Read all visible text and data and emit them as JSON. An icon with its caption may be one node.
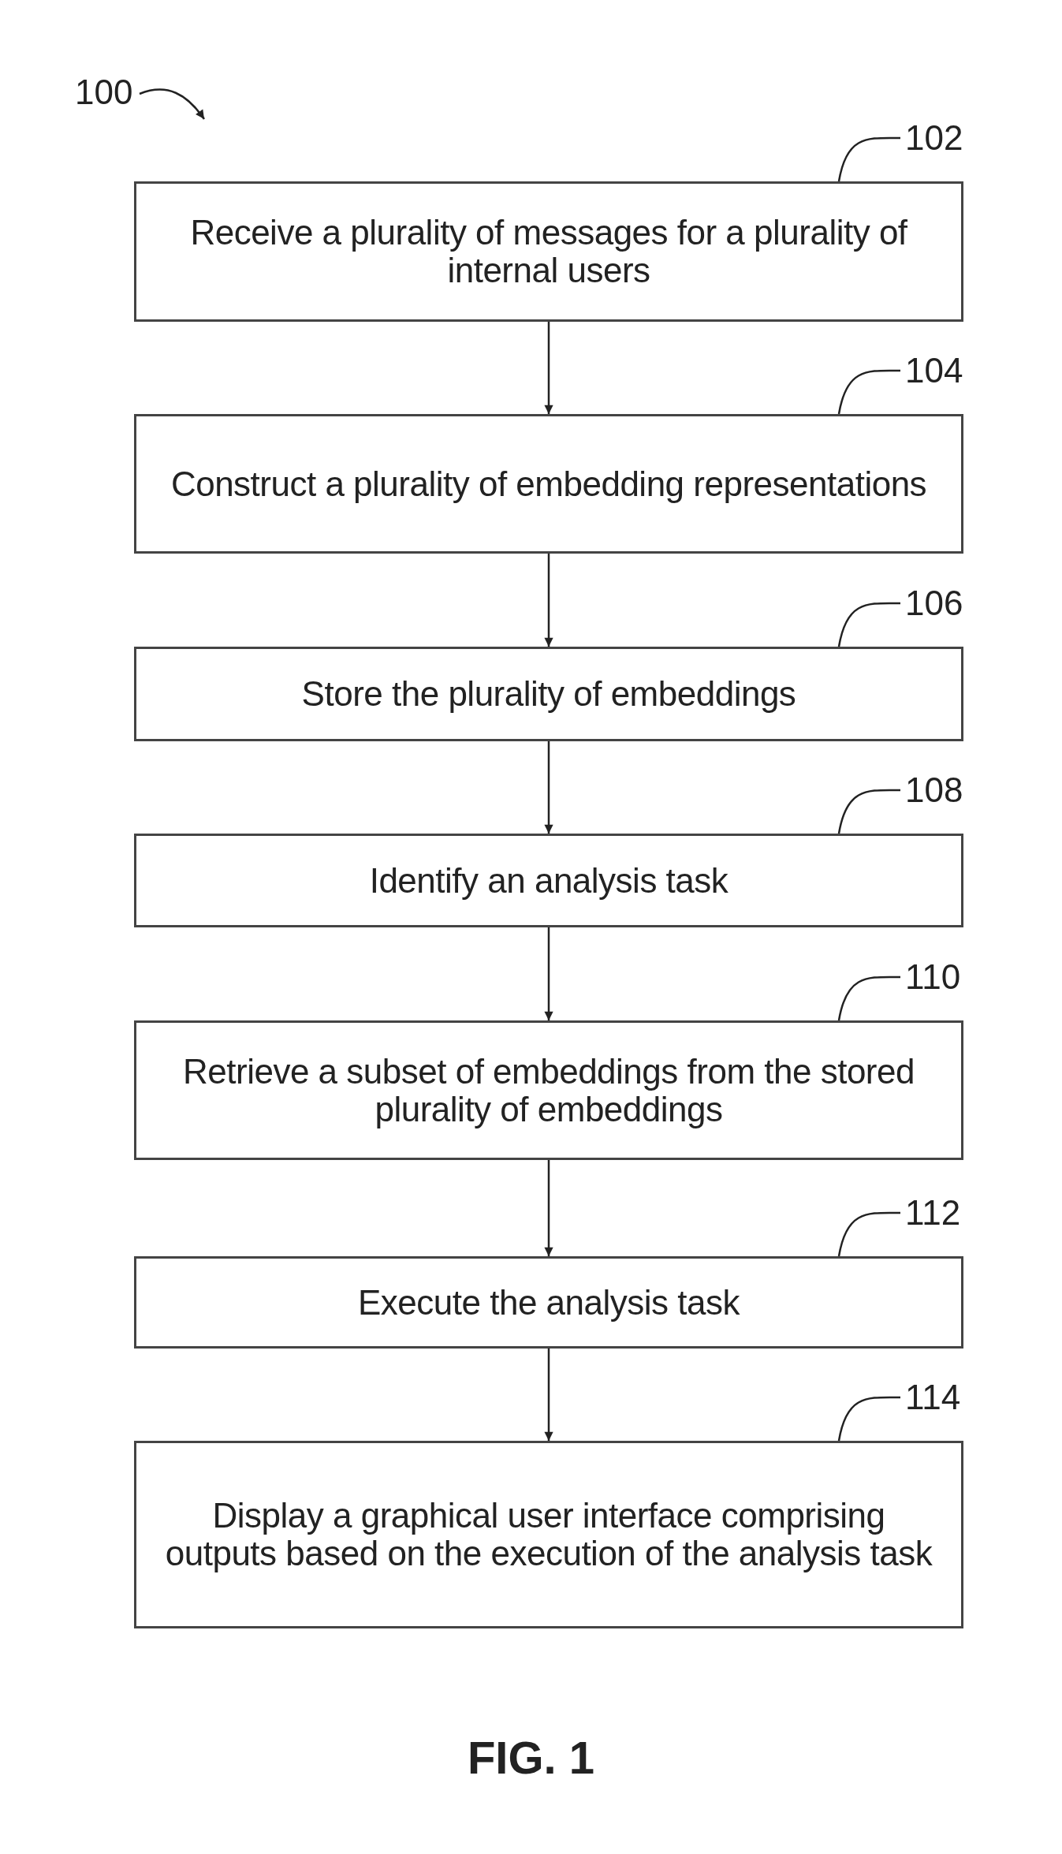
{
  "diagram": {
    "caption": "FIG. 1",
    "nodes": [
      {
        "text": [
          "Receive a plurality of messages for a plurality of internal users"
        ]
      },
      {
        "text": [
          "Construct a plurality of embedding representations"
        ]
      },
      {
        "text": [
          "Store the plurality of embeddings"
        ]
      },
      {
        "text": [
          "Identify an analysis task"
        ]
      },
      {
        "text": [
          "Retrieve a subset of embeddings from the stored plurality of embeddings"
        ]
      },
      {
        "text": [
          "Execute the analysis task"
        ]
      },
      {
        "text": [
          "Display a graphical user interface comprising outputs based on the execution of the analysis task"
        ]
      },
      {
        "text": [
          "102"
        ]
      },
      {
        "text": [
          "104"
        ]
      },
      {
        "text": [
          "106"
        ]
      },
      {
        "text": [
          "108"
        ]
      },
      {
        "text": [
          "110"
        ]
      },
      {
        "text": [
          "112"
        ]
      },
      {
        "text": [
          "114"
        ]
      },
      {
        "text": [
          "100"
        ]
      }
    ],
    "edges": [
      {
        "from": 0,
        "to": 1,
        "arrow": "to"
      },
      {
        "from": 1,
        "to": 2,
        "arrow": "to"
      },
      {
        "from": 2,
        "to": 3,
        "arrow": "to"
      },
      {
        "from": 3,
        "to": 4,
        "arrow": "to"
      },
      {
        "from": 4,
        "to": 5,
        "arrow": "to"
      },
      {
        "from": 5,
        "to": 6,
        "arrow": "to"
      },
      {
        "from": 7,
        "to": 0,
        "arrow": "none"
      },
      {
        "from": 8,
        "to": 1,
        "arrow": "none"
      },
      {
        "from": 9,
        "to": 2,
        "arrow": "none"
      },
      {
        "from": 10,
        "to": 3,
        "arrow": "none"
      },
      {
        "from": 11,
        "to": 4,
        "arrow": "none"
      },
      {
        "from": 12,
        "to": 5,
        "arrow": "none"
      },
      {
        "from": 13,
        "to": 6,
        "arrow": "none"
      },
      {
        "from": 14,
        "to": null,
        "arrow": "to"
      }
    ]
  }
}
